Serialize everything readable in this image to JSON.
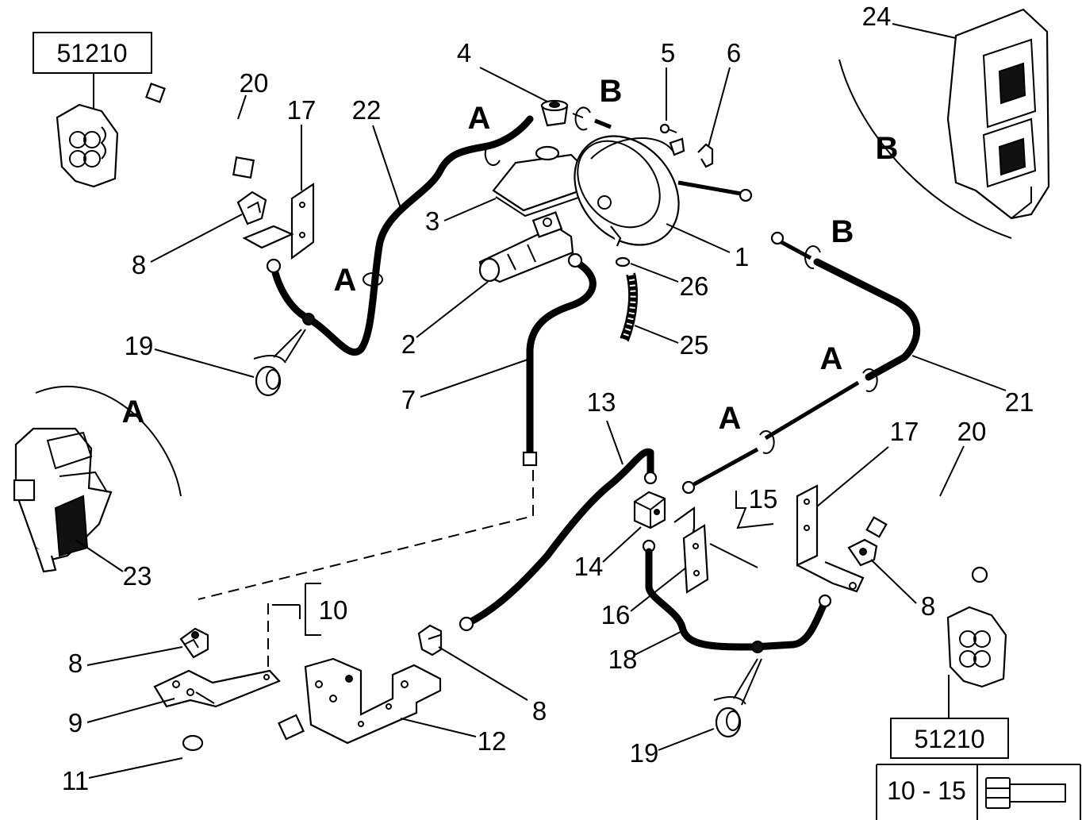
{
  "diagram": {
    "ref_boxes": [
      {
        "id": "ref-box-top-left",
        "text": "51210"
      },
      {
        "id": "ref-box-bottom-right",
        "text": "51210"
      }
    ],
    "torque_box": {
      "value": "10 - 15"
    },
    "view_letters": {
      "a1": "A",
      "a2": "A",
      "a3": "A",
      "a4": "A",
      "a5": "A",
      "b1": "B",
      "b2": "B",
      "b3": "B"
    },
    "callouts": {
      "c1": "1",
      "c2": "2",
      "c3": "3",
      "c4": "4",
      "c5": "5",
      "c6": "6",
      "c7": "7",
      "c8a": "8",
      "c8b": "8",
      "c8c": "8",
      "c8d": "8",
      "c9": "9",
      "c10": "10",
      "c11": "11",
      "c12": "12",
      "c13": "13",
      "c14": "14",
      "c15": "15",
      "c16": "16",
      "c17a": "17",
      "c17b": "17",
      "c18": "18",
      "c19a": "19",
      "c19b": "19",
      "c20a": "20",
      "c20b": "20",
      "c21": "21",
      "c22": "22",
      "c23": "23",
      "c24": "24",
      "c25": "25",
      "c26": "26"
    }
  }
}
